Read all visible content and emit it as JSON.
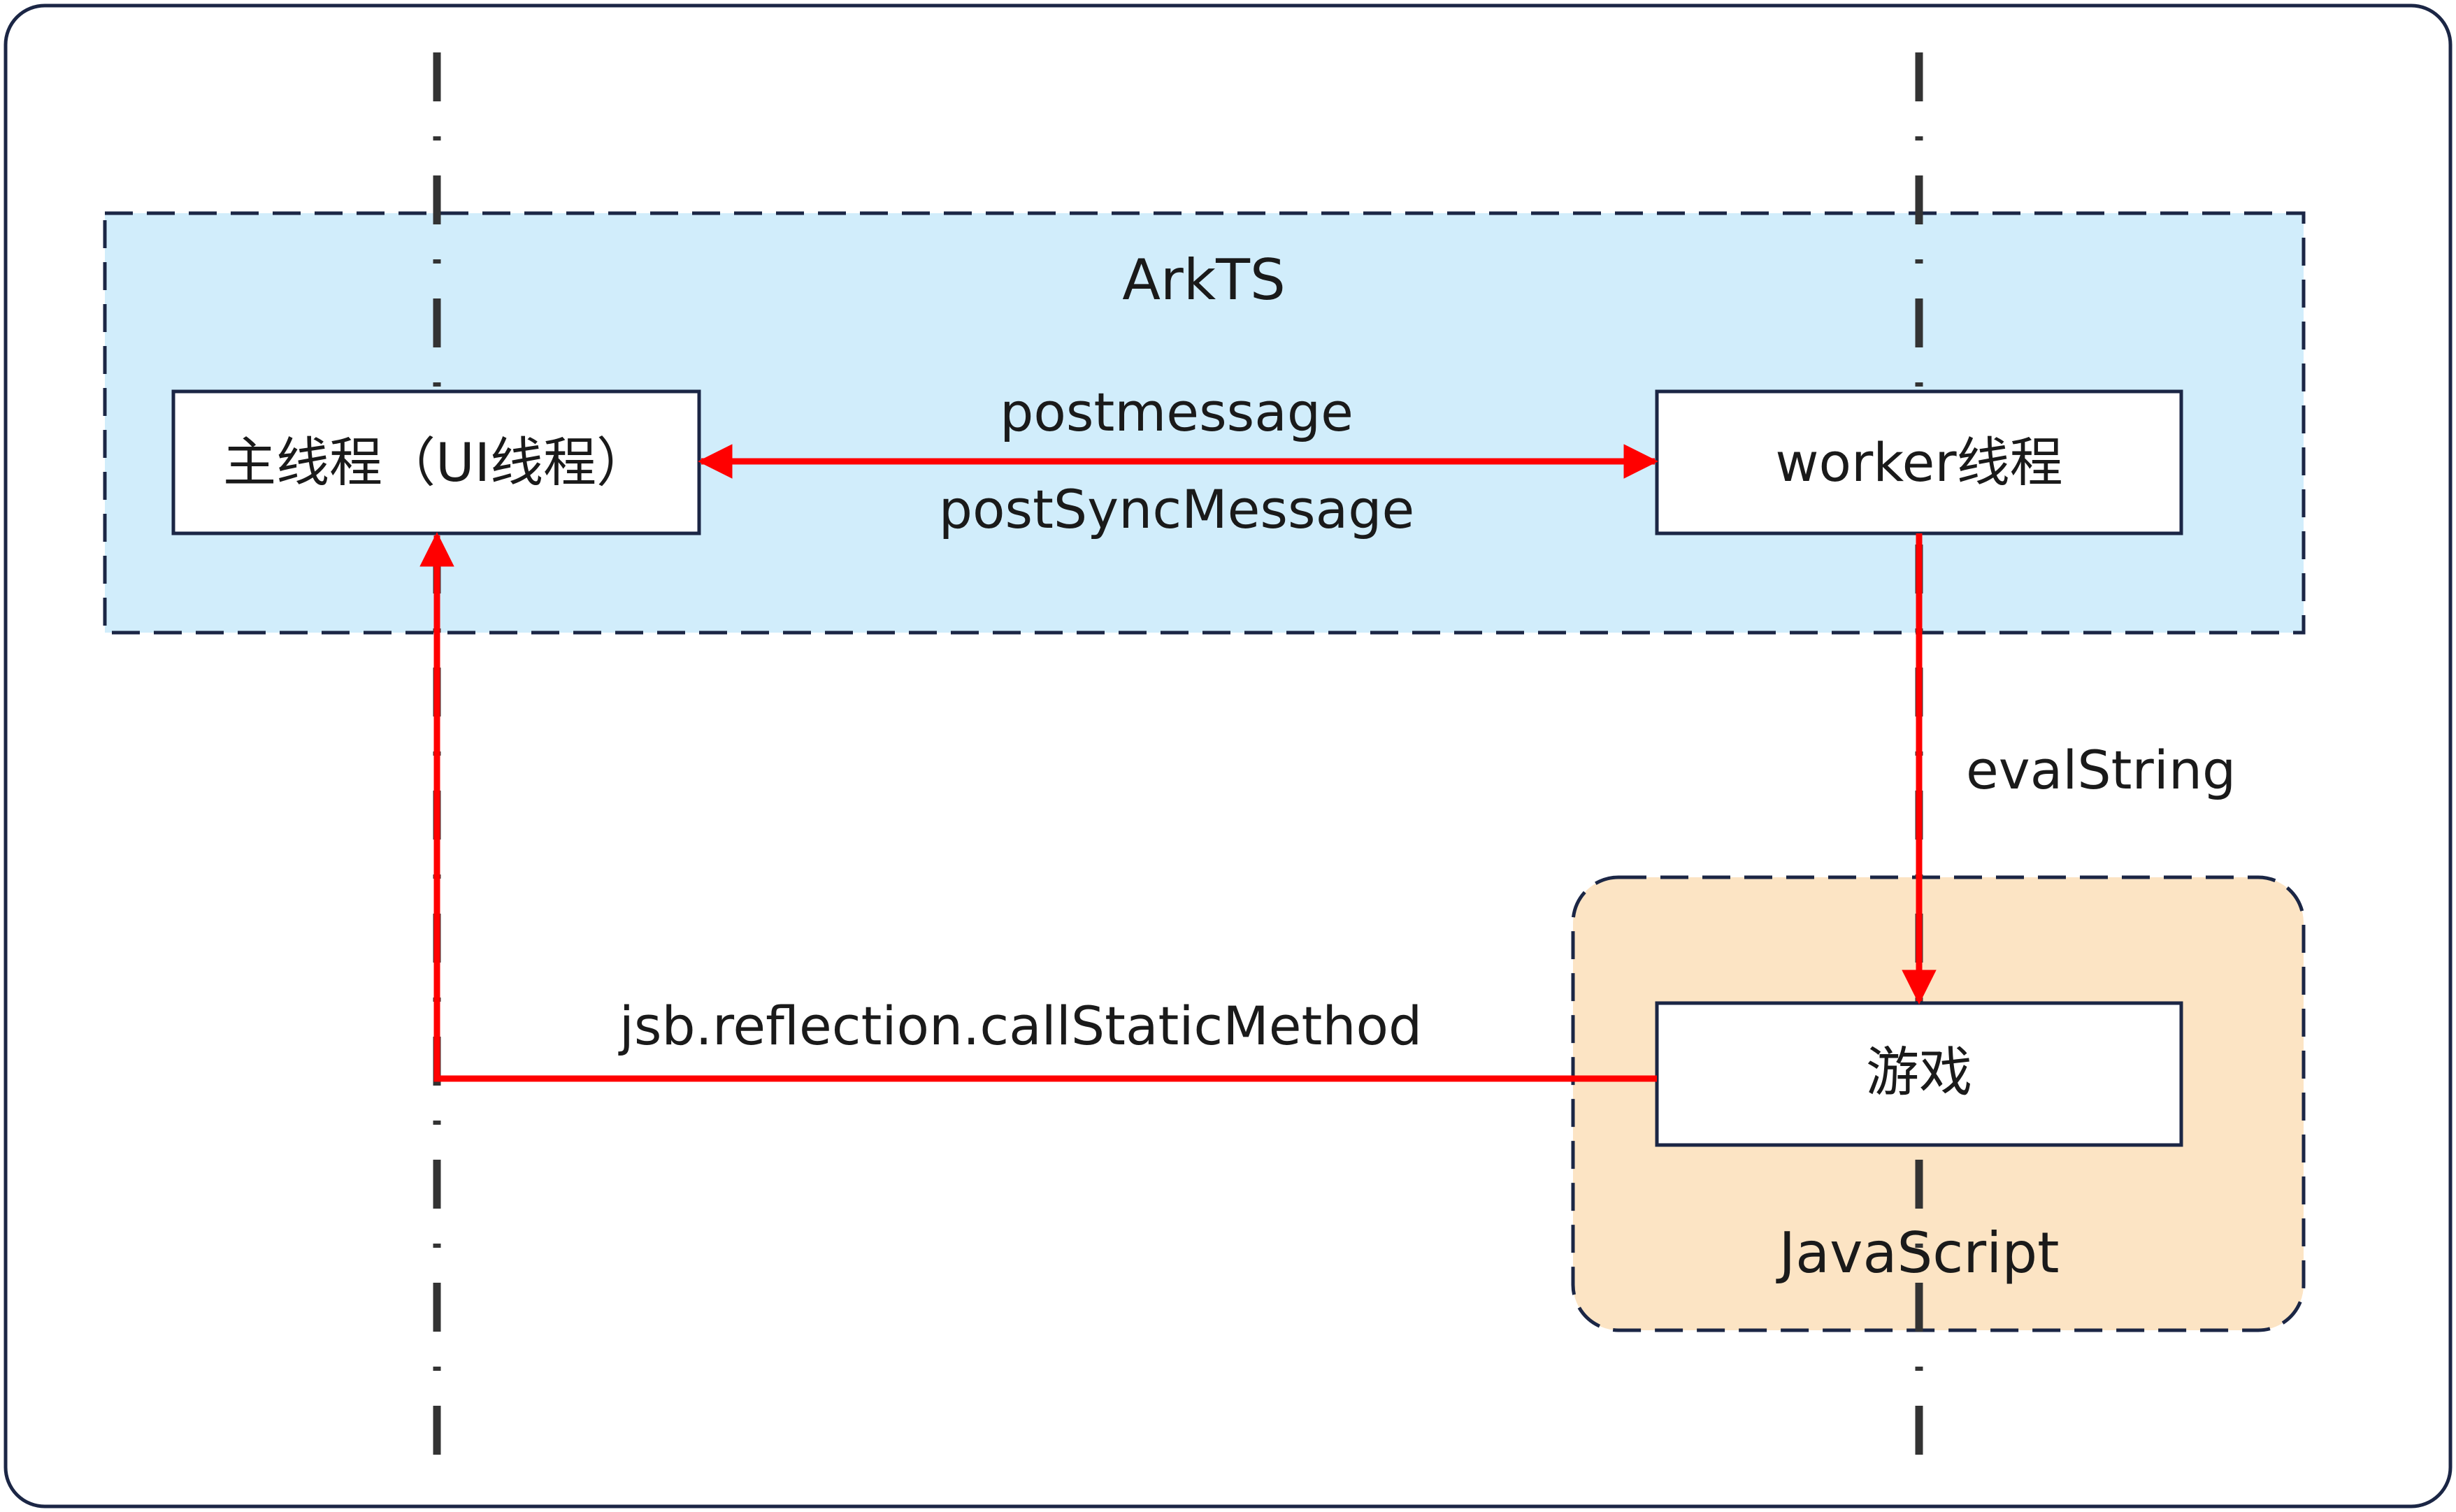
{
  "colors": {
    "frame_border": "#1b2645",
    "arkts_fill": "#d1edfb",
    "javascript_fill": "#fce4c4",
    "region_border": "#1b2645",
    "arrow": "#ff0000",
    "lifeline": "#333333",
    "box_fill": "#ffffff",
    "box_border": "#1b2645"
  },
  "regions": {
    "arkts": {
      "label": "ArkTS"
    },
    "javascript": {
      "label": "JavaScript"
    }
  },
  "nodes": {
    "main_thread": {
      "label": "主线程（UI线程）"
    },
    "worker_thread": {
      "label": "worker线程"
    },
    "game": {
      "label": "游戏"
    }
  },
  "edges": {
    "main_worker": {
      "label_top": "postmessage",
      "label_bottom": "postSyncMessage",
      "direction": "bidirectional"
    },
    "worker_game": {
      "label": "evalString",
      "direction": "worker-to-game"
    },
    "game_main": {
      "label": "jsb.reflection.callStaticMethod",
      "direction": "game-to-main"
    }
  }
}
